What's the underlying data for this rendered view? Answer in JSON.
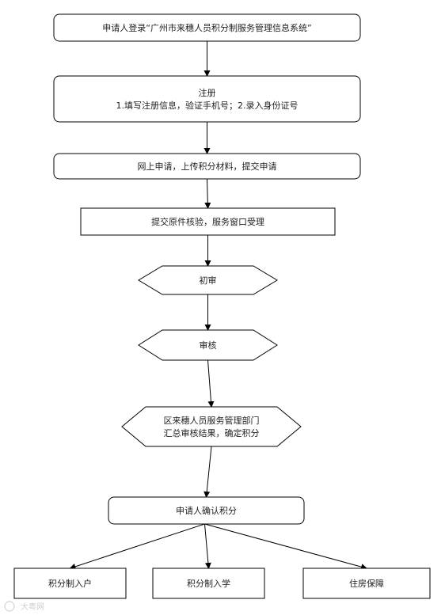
{
  "flowchart": {
    "nodes": [
      {
        "id": "login",
        "shape": "rounded",
        "lines": [
          "申请人登录“广州市来穗人员积分制服务管理信息系统”"
        ]
      },
      {
        "id": "register",
        "shape": "rounded",
        "lines": [
          "注册",
          "1.填写注册信息，验证手机号；2.录入身份证号"
        ]
      },
      {
        "id": "apply",
        "shape": "rounded",
        "lines": [
          "网上申请，上传积分材料，提交申请"
        ]
      },
      {
        "id": "verify",
        "shape": "rect",
        "lines": [
          "提交原件核验，服务窗口受理"
        ]
      },
      {
        "id": "first-review",
        "shape": "hexagon",
        "lines": [
          "初审"
        ]
      },
      {
        "id": "review",
        "shape": "hexagon",
        "lines": [
          "审核"
        ]
      },
      {
        "id": "district",
        "shape": "hexagon",
        "lines": [
          "区来穗人员服务管理部门",
          "汇总审核结果，确定积分"
        ]
      },
      {
        "id": "confirm",
        "shape": "rounded",
        "lines": [
          "申请人确认积分"
        ]
      },
      {
        "id": "household",
        "shape": "rect",
        "lines": [
          "积分制入户"
        ]
      },
      {
        "id": "school",
        "shape": "rect",
        "lines": [
          "积分制入学"
        ]
      },
      {
        "id": "housing",
        "shape": "rect",
        "lines": [
          "住房保障"
        ]
      }
    ],
    "edges": [
      [
        "login",
        "register"
      ],
      [
        "register",
        "apply"
      ],
      [
        "apply",
        "verify"
      ],
      [
        "verify",
        "first-review"
      ],
      [
        "first-review",
        "review"
      ],
      [
        "review",
        "district"
      ],
      [
        "district",
        "confirm"
      ],
      [
        "confirm",
        "household"
      ],
      [
        "confirm",
        "school"
      ],
      [
        "confirm",
        "housing"
      ]
    ]
  },
  "watermark": {
    "text": "大粤网"
  },
  "colors": {
    "stroke": "#000000",
    "fill": "#ffffff",
    "text": "#222222",
    "watermark": "#cfcfcf"
  }
}
